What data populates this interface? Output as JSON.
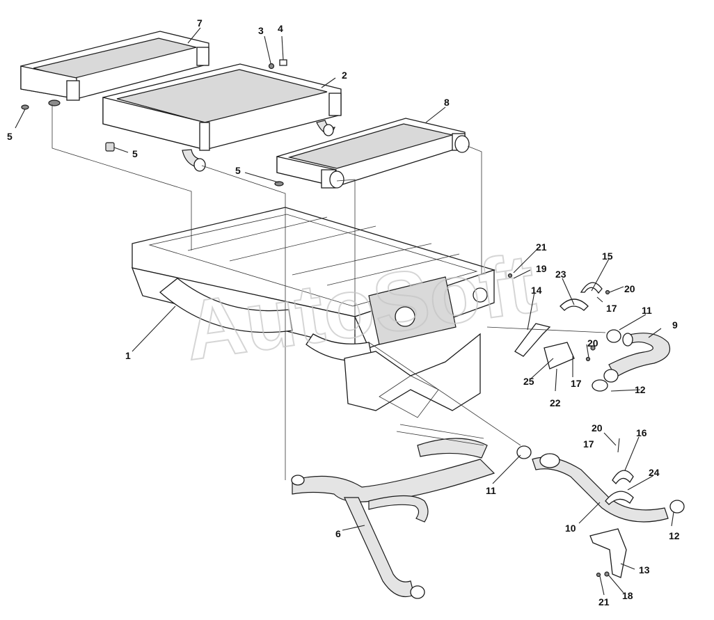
{
  "watermark": "AutoSoft",
  "callouts": {
    "c1": "1",
    "c2": "2",
    "c3": "3",
    "c4": "4",
    "c5a": "5",
    "c5b": "5",
    "c5c": "5",
    "c6": "6",
    "c7": "7",
    "c8": "8",
    "c9": "9",
    "c10": "10",
    "c11a": "11",
    "c11b": "11",
    "c12a": "12",
    "c12b": "12",
    "c13": "13",
    "c14": "14",
    "c15": "15",
    "c16": "16",
    "c17a": "17",
    "c17b": "17",
    "c17c": "17",
    "c18": "18",
    "c19": "19",
    "c20a": "20",
    "c20b": "20",
    "c20c": "20",
    "c21a": "21",
    "c21b": "21",
    "c22": "22",
    "c23": "23",
    "c24": "24",
    "c25": "25"
  }
}
